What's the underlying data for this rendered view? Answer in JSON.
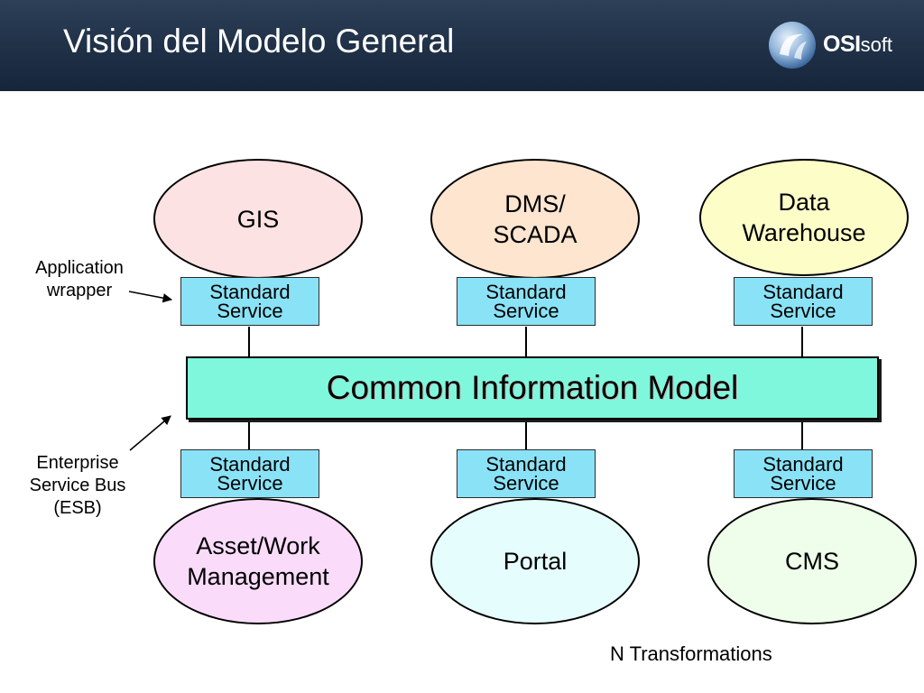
{
  "slide": {
    "title": "Visión del Modelo General",
    "logo": {
      "bold": "OSI",
      "light": "soft"
    }
  },
  "colors": {
    "header": "#1f3047",
    "service_box": "#8ae2f6",
    "cim_box": "#7ff7dc",
    "gis": "#fde2e3",
    "dms_scada": "#fde5cf",
    "data_warehouse": "#fdfdc8",
    "asset_work": "#fadcfa",
    "portal": "#e6fdfd",
    "cms": "#eefeea"
  },
  "diagram": {
    "top_systems": [
      {
        "label": "GIS"
      },
      {
        "label": "DMS/\nSCADA"
      },
      {
        "label": "Data\nWarehouse"
      }
    ],
    "bottom_systems": [
      {
        "label": "Asset/Work\nManagement"
      },
      {
        "label": "Portal"
      },
      {
        "label": "CMS"
      }
    ],
    "service_label": "Standard\nService",
    "bus_label": "Common Information Model",
    "annotations": {
      "application_wrapper": "Application\nwrapper",
      "esb": "Enterprise\nService Bus\n(ESB)",
      "transformations": "N Transformations"
    }
  }
}
